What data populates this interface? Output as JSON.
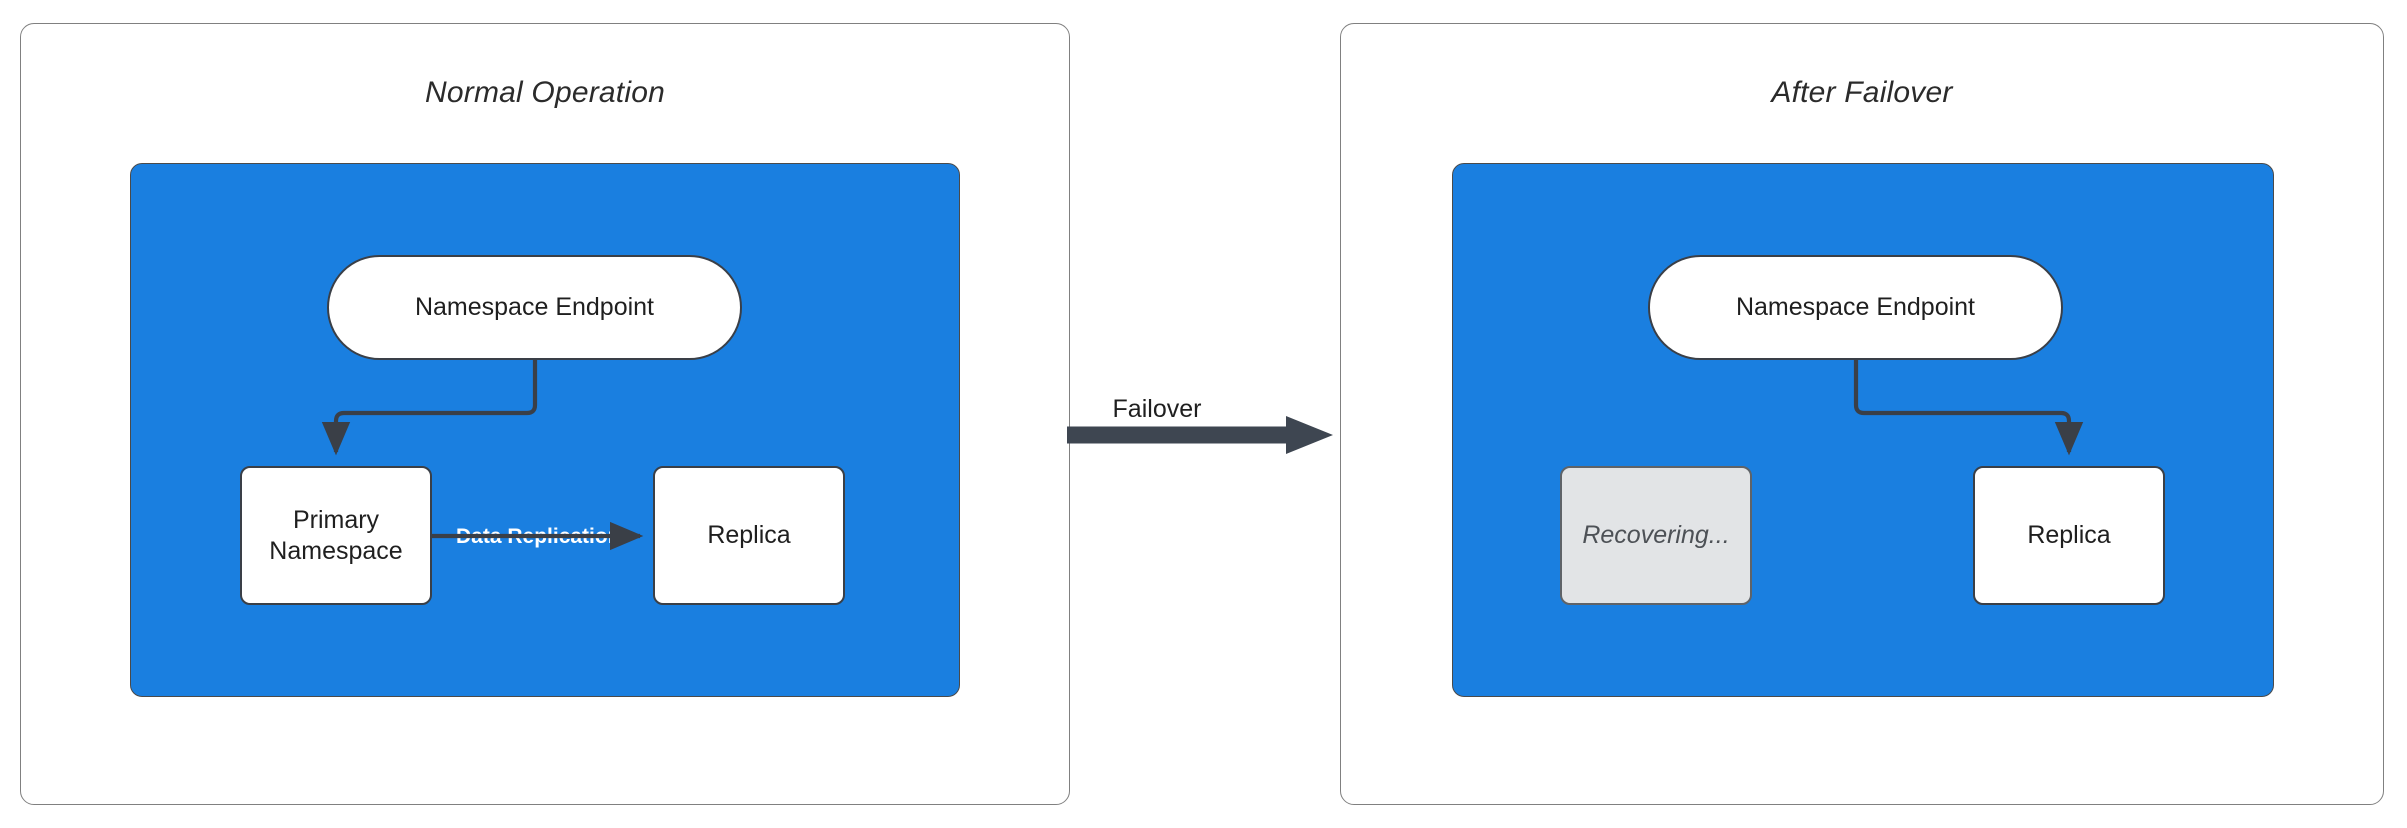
{
  "diagram": {
    "type": "architecture-failover",
    "background": "#ffffff",
    "accent_blue": "#1a7fe0",
    "edge_color": "#3a3f47",
    "recovering_fill": "#e2e4e6",
    "panels": [
      {
        "id": "normal",
        "title": "Normal Operation",
        "nodes": [
          {
            "id": "endpoint-left",
            "label": "Namespace Endpoint",
            "shape": "pill",
            "state": "active"
          },
          {
            "id": "primary-left",
            "label": "Primary\nNamespace",
            "shape": "box",
            "state": "active"
          },
          {
            "id": "replica-left",
            "label": "Replica",
            "shape": "box",
            "state": "active"
          }
        ],
        "edges": [
          {
            "from": "endpoint-left",
            "to": "primary-left",
            "label": ""
          },
          {
            "from": "primary-left",
            "to": "replica-left",
            "label": "Data Replication"
          }
        ]
      },
      {
        "id": "failover",
        "title": "After Failover",
        "nodes": [
          {
            "id": "endpoint-right",
            "label": "Namespace Endpoint",
            "shape": "pill",
            "state": "active"
          },
          {
            "id": "recovering-right",
            "label": "Recovering...",
            "shape": "box",
            "state": "recovering"
          },
          {
            "id": "replica-right",
            "label": "Replica",
            "shape": "box",
            "state": "active"
          }
        ],
        "edges": [
          {
            "from": "endpoint-right",
            "to": "replica-right",
            "label": ""
          }
        ]
      }
    ],
    "transition": {
      "label": "Failover",
      "direction": "left-to-right"
    },
    "labels": {
      "primary_line1": "Primary",
      "primary_line2": "Namespace"
    }
  }
}
